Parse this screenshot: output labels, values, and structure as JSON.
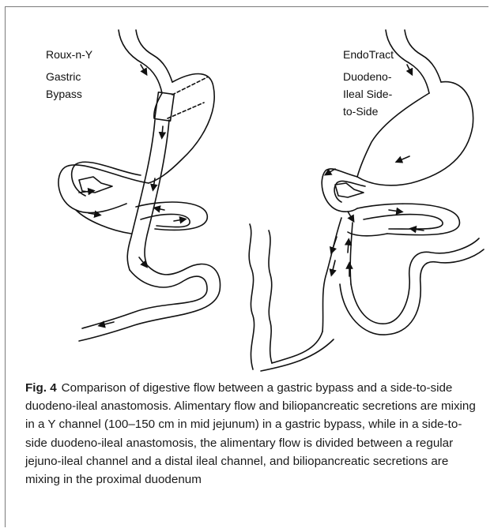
{
  "figure": {
    "left_panel": {
      "title": "Roux-n-Y",
      "subtitle": "Gastric\nBypass"
    },
    "right_panel": {
      "title": "EndoTract",
      "subtitle": "Duodeno-\nIleal Side-\nto-Side"
    }
  },
  "caption": {
    "label": "Fig. 4",
    "text": "Comparison of digestive flow between a gastric bypass and a side-to-side duodeno-ileal anastomosis. Alimentary flow and biliopancreatic secretions are mixing in a Y channel (100–150 cm in mid jejunum) in a gastric bypass, while in a side-to-side duodeno-ileal anastomosis, the alimentary flow is divided between a regular jejuno-ileal channel and a distal ileal channel, and biliopancreatic secretions are mixing in the proximal duodenum"
  }
}
